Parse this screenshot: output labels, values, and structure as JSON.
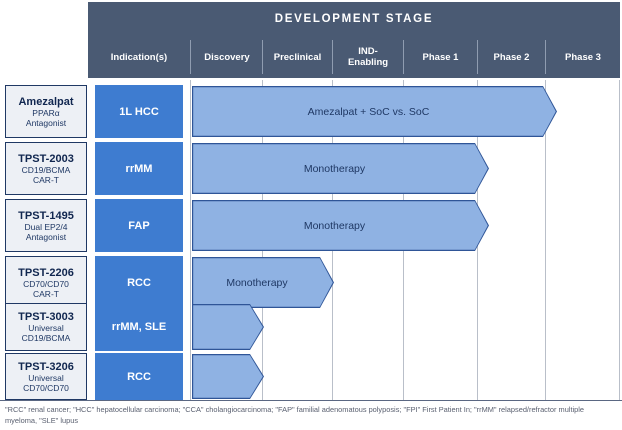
{
  "header": {
    "title": "DEVELOPMENT STAGE",
    "columns": [
      {
        "label": "Indication(s)"
      },
      {
        "label": "Discovery"
      },
      {
        "label": "Preclinical"
      },
      {
        "label": "IND-\nEnabling"
      },
      {
        "label": "Phase 1"
      },
      {
        "label": "Phase 2"
      },
      {
        "label": "Phase 3"
      }
    ]
  },
  "rows": [
    {
      "product": "Amezalpat",
      "sub1": "PPARα",
      "sub2": "Antagonist",
      "indication": "1L HCC",
      "bar_label": "Amezalpat + SoC vs. SoC",
      "bar_start_stage": "Discovery",
      "bar_end_stage": "Phase 2"
    },
    {
      "product": "TPST-2003",
      "sub1": "CD19/BCMA",
      "sub2": "CAR-T",
      "indication": "rrMM",
      "bar_label": "Monotherapy",
      "bar_start_stage": "Discovery",
      "bar_end_stage": "Phase 1"
    },
    {
      "product": "TPST-1495",
      "sub1": "Dual EP2/4",
      "sub2": "Antagonist",
      "indication": "FAP",
      "bar_label": "Monotherapy",
      "bar_start_stage": "Discovery",
      "bar_end_stage": "Phase 1"
    },
    {
      "product": "TPST-2206",
      "sub1": "CD70/CD70",
      "sub2": "CAR-T",
      "indication": "RCC",
      "bar_label": "Monotherapy",
      "bar_start_stage": "Discovery",
      "bar_end_stage": "Preclinical"
    },
    {
      "product": "TPST-3003",
      "sub1": "Universal",
      "sub2": "CD19/BCMA",
      "indication": "rrMM, SLE",
      "bar_label": "",
      "bar_start_stage": "Discovery",
      "bar_end_stage": "Discovery"
    },
    {
      "product": "TPST-3206",
      "sub1": "Universal",
      "sub2": "CD70/CD70",
      "indication": "RCC",
      "bar_label": "",
      "bar_start_stage": "Discovery",
      "bar_end_stage": "Discovery"
    }
  ],
  "footnote": "\"RCC\" renal cancer; \"HCC\" hepatocellular carcinoma; \"CCA\" cholangiocarcinoma; \"FAP\" familial adenomatous polyposis; \"FPI\" First Patient In; \"rrMM\" relapsed/refractor multiple myeloma, \"SLE\" lupus",
  "colors": {
    "header_bg": "#4A5A73",
    "indication_bg": "#3E7CD0",
    "bar_fill": "#8FB2E3",
    "bar_border": "#2F5597",
    "product_border": "#1F3864",
    "product_bg": "#EDF0F5",
    "grid_line": "#b9bfc9"
  },
  "chart_data": {
    "type": "bar",
    "title": "DEVELOPMENT STAGE",
    "xlabel": "",
    "ylabel": "",
    "categories": [
      "Amezalpat",
      "TPST-2003",
      "TPST-1495",
      "TPST-2206",
      "TPST-3003",
      "TPST-3206"
    ],
    "stages": [
      "Discovery",
      "Preclinical",
      "IND-Enabling",
      "Phase 1",
      "Phase 2",
      "Phase 3"
    ],
    "series": [
      {
        "name": "Amezalpat + SoC vs. SoC",
        "start": "Discovery",
        "end": "Phase 2",
        "progress_stages": 5
      },
      {
        "name": "Monotherapy",
        "start": "Discovery",
        "end": "Phase 1",
        "progress_stages": 4
      },
      {
        "name": "Monotherapy",
        "start": "Discovery",
        "end": "Phase 1",
        "progress_stages": 4
      },
      {
        "name": "Monotherapy",
        "start": "Discovery",
        "end": "Preclinical",
        "progress_stages": 2
      },
      {
        "name": "",
        "start": "Discovery",
        "end": "Discovery",
        "progress_stages": 1
      },
      {
        "name": "",
        "start": "Discovery",
        "end": "Discovery",
        "progress_stages": 1
      }
    ],
    "grid": true,
    "legend": "none"
  }
}
